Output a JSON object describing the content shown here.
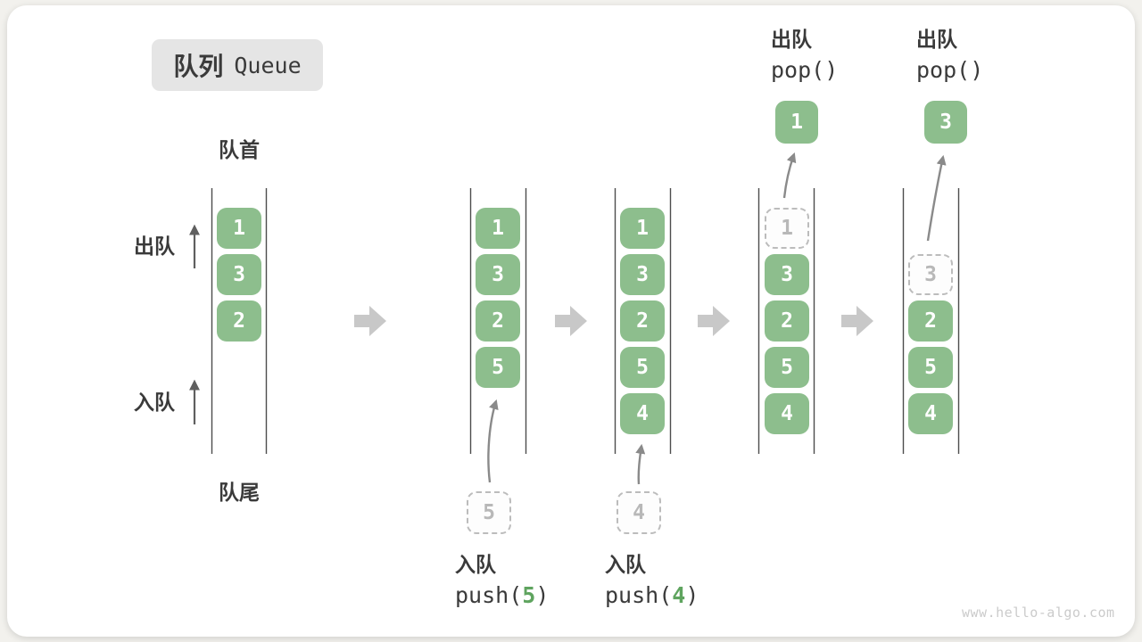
{
  "title": {
    "zh": "队列",
    "en": "Queue"
  },
  "labels": {
    "front": "队首",
    "rear": "队尾",
    "dequeue": "出队",
    "enqueue": "入队"
  },
  "states": [
    {
      "items": [
        "1",
        "3",
        "2"
      ]
    },
    {
      "items": [
        "1",
        "3",
        "2",
        "5"
      ]
    },
    {
      "items": [
        "1",
        "3",
        "2",
        "5",
        "4"
      ]
    },
    {
      "popped": "1",
      "items": [
        "3",
        "2",
        "5",
        "4"
      ]
    },
    {
      "popped": "3",
      "items": [
        "2",
        "5",
        "4"
      ]
    }
  ],
  "operations": {
    "push1": {
      "label": "入队",
      "fn_open": "push(",
      "arg": "5",
      "fn_close": ")",
      "incoming": "5"
    },
    "push2": {
      "label": "入队",
      "fn_open": "push(",
      "arg": "4",
      "fn_close": ")",
      "incoming": "4"
    },
    "pop1": {
      "label": "出队",
      "code": "pop()",
      "result": "1"
    },
    "pop2": {
      "label": "出队",
      "code": "pop()",
      "result": "3"
    }
  },
  "watermark": "www.hello-algo.com",
  "colors": {
    "box_green": "#8dbe8d",
    "arg_green": "#5fa45f",
    "badge_bg": "#e5e5e5",
    "text_dark": "#3a3a3a",
    "transition_arrow": "#c8c8c8",
    "ghost_border": "#bcbcbc"
  }
}
